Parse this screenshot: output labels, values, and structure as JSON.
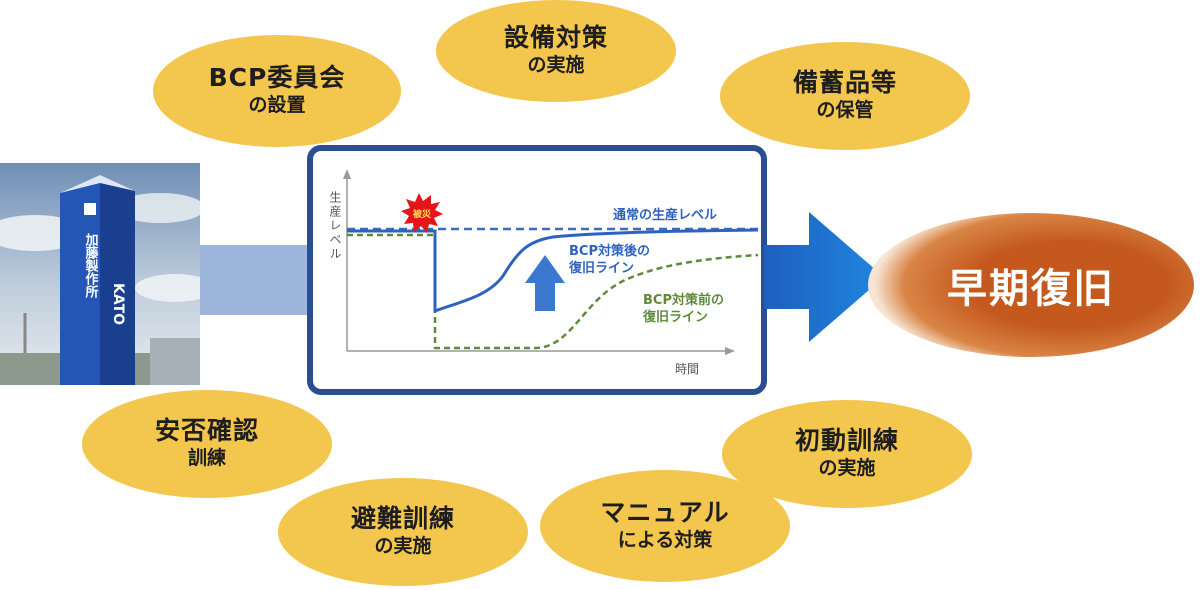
{
  "colors": {
    "bubble": "#f3c64e",
    "frame": "#2a4e8f",
    "normal_line": "#3a6cc0",
    "after_line": "#2d63bf",
    "before_line": "#5f8a3a",
    "arrow": "#1f6fcf",
    "result": "#c4581d",
    "burst": "#e4161b"
  },
  "bubbles": [
    {
      "line1": "BCP委員会",
      "line2": "の設置"
    },
    {
      "line1": "設備対策",
      "line2": "の実施"
    },
    {
      "line1": "備蓄品等",
      "line2": "の保管"
    },
    {
      "line1": "安否確認",
      "line2": "訓練"
    },
    {
      "line1": "避難訓練",
      "line2": "の実施"
    },
    {
      "line1": "マニュアル",
      "line2": "による対策"
    },
    {
      "line1": "初動訓練",
      "line2": "の実施"
    }
  ],
  "photo": {
    "sign_text": "加藤製作所",
    "logo_text": "KATO"
  },
  "chart": {
    "y_axis_label": "生産レベル",
    "x_axis_label": "時間",
    "event_label": "被災",
    "normal_label": "通常の生産レベル",
    "after_label_1": "BCP対策後の",
    "after_label_2": "復旧ライン",
    "before_label_1": "BCP対策前の",
    "before_label_2": "復旧ライン"
  },
  "result": {
    "label": "早期復旧"
  }
}
